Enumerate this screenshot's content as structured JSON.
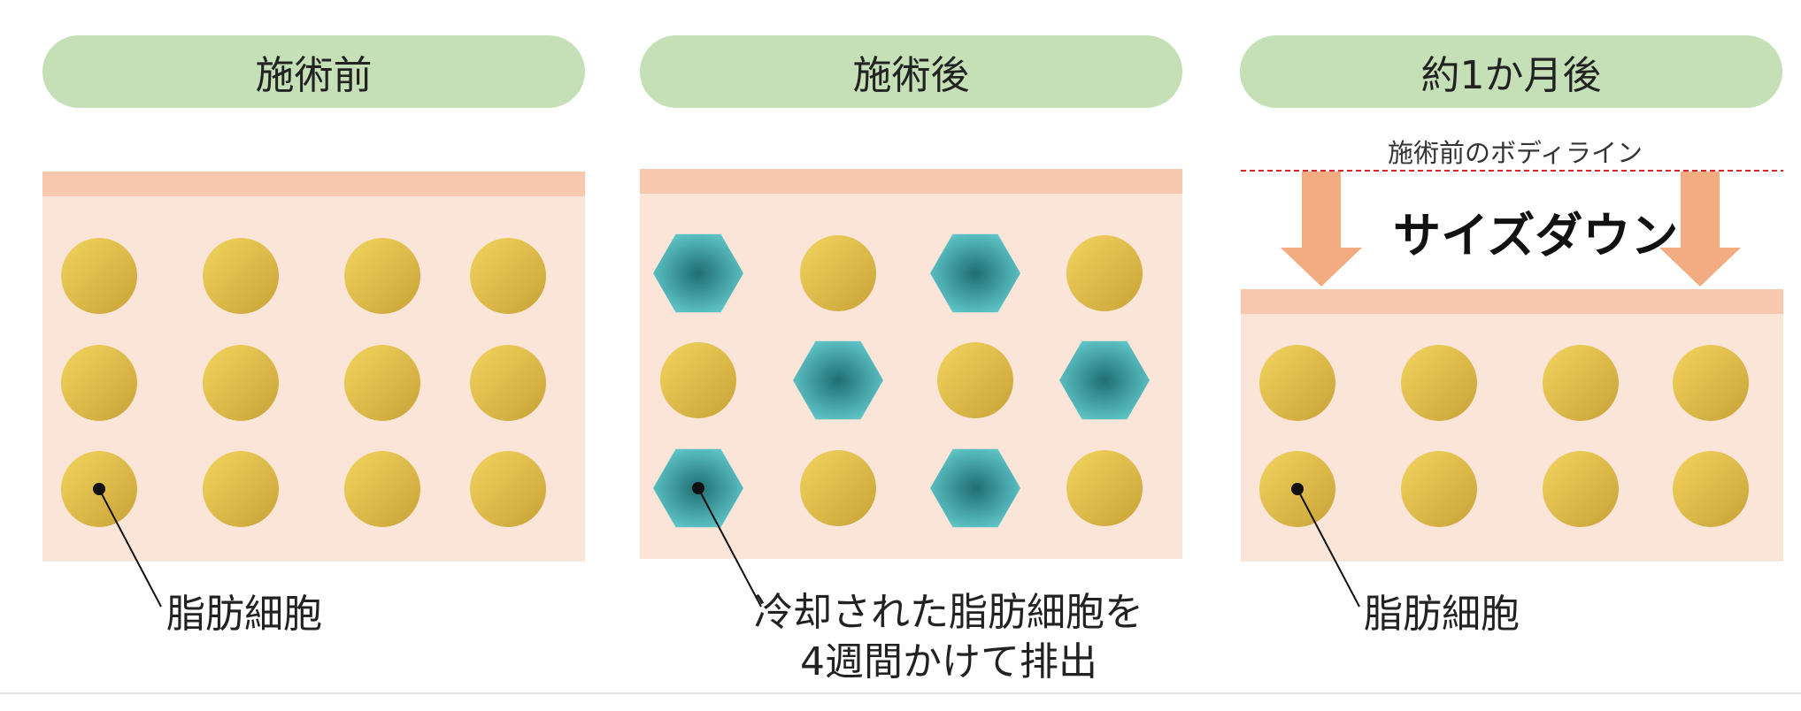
{
  "colors": {
    "header_bg": "#c5e0b6",
    "skin_top": "#f7c7ae",
    "tissue_bg": "#fbe5d9",
    "fat_cell_light": "#f3d45e",
    "fat_cell_dark": "#c8a338",
    "cooled_cell_light": "#5fc6c8",
    "cooled_cell_dark": "#1f6e73",
    "arrow": "#f3ab82",
    "dashed_line": "#d9262c",
    "leader_line": "#111111"
  },
  "panels": [
    {
      "header": "施術前",
      "grid": [
        [
          "fat",
          "fat",
          "fat",
          "fat"
        ],
        [
          "fat",
          "fat",
          "fat",
          "fat"
        ],
        [
          "fat",
          "fat",
          "fat",
          "fat"
        ]
      ]
    },
    {
      "header": "施術後",
      "grid": [
        [
          "cooled",
          "fat",
          "cooled",
          "fat"
        ],
        [
          "fat",
          "cooled",
          "fat",
          "cooled"
        ],
        [
          "cooled",
          "fat",
          "cooled",
          "fat"
        ]
      ]
    },
    {
      "header": "約1か月後",
      "grid": [
        [
          "fat",
          "fat",
          "fat",
          "fat"
        ],
        [
          "fat",
          "fat",
          "fat",
          "fat"
        ]
      ]
    }
  ],
  "labels": {
    "fat_cell_1": "脂肪細胞",
    "cooled_line_1": "冷却された脂肪細胞を",
    "cooled_line_2": "4週間かけて排出",
    "fat_cell_3": "脂肪細胞",
    "prior_body_line": "施術前のボディライン",
    "size_down": "サイズダウン"
  }
}
